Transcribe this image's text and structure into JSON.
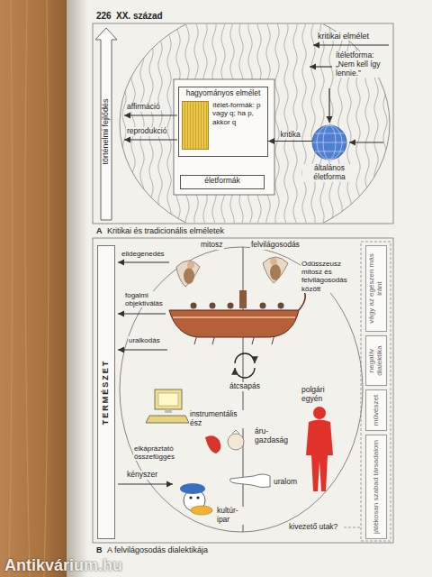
{
  "diagram": {
    "nodes": [
      {
        "text": [
          "történelmi fejlődés"
        ]
      },
      {
        "text": [
          "hagyományos elmélet",
          "ítélet-formák: p vagy q; ha p, akkor q"
        ]
      },
      {
        "text": [
          "életformák"
        ]
      },
      {
        "text": [
          "általános életforma"
        ]
      },
      {
        "text": [
          "TERMÉSZET"
        ]
      },
      {
        "text": [
          "vágy az egészen más iránt"
        ]
      },
      {
        "text": [
          "negatív dialektika"
        ]
      },
      {
        "text": [
          "művészet"
        ]
      },
      {
        "text": [
          "játékosan szabad társadalom"
        ]
      }
    ],
    "edges": [
      {
        "from": 3,
        "to": 1,
        "label": "kritika",
        "arrow": "to"
      }
    ],
    "labels": [
      "226",
      "XX. század",
      "kritikai elmélet",
      "ítéletforma: „Nem kell így lennie.”",
      "affirmáció",
      "reprodukció",
      "A",
      "Kritikai és tradicionális elméletek",
      "elidegenedés",
      "mitosz",
      "felvilágosodás",
      "Odüsszeusz mitosz és felvilágosodás között",
      "fogalmi objektiválás",
      "uralkodás",
      "átcsapás",
      "polgári egyén",
      "instrumentális ész",
      "áru-gazdaság",
      "elkápráztató összefüggés",
      "kényszer",
      "uralom",
      "kultúr-ipar",
      "kivezető utak?",
      "B",
      "A felvilágosodás dialektikája",
      "Antikvárium.hu"
    ]
  }
}
